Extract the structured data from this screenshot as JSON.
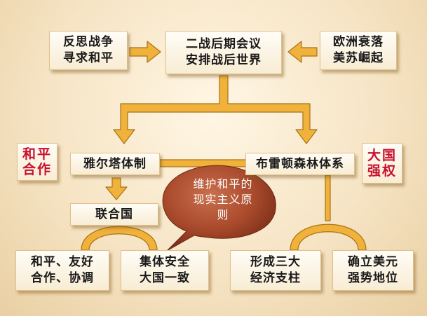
{
  "nodes": {
    "reflect_war": [
      "反思战争",
      "寻求和平"
    ],
    "postwar_conference": [
      "二战后期会议",
      "安排战后世界"
    ],
    "europe_decline": [
      "欧洲衰落",
      "美苏崛起"
    ],
    "peace_cooperation": [
      "和平",
      "合作"
    ],
    "yalta": "雅尔塔体制",
    "bretton_woods": "布雷顿森林体系",
    "great_power": [
      "大国",
      "强权"
    ],
    "united_nations": "联合国",
    "peace_friendship": [
      "和平、友好",
      "合作、协调"
    ],
    "collective_security": [
      "集体安全",
      "大国一致"
    ],
    "three_pillars": [
      "形成三大",
      "经济支柱"
    ],
    "us_dollar": [
      "确立美元",
      "强势地位"
    ]
  },
  "bubble": [
    "维护和平的",
    "现实主义原",
    "则"
  ],
  "colors": {
    "arrow_fill": "#f0b23a",
    "arrow_stroke": "#a8721a",
    "bubble_fill": "#a94a2c",
    "accent_red": "#c8102e"
  }
}
